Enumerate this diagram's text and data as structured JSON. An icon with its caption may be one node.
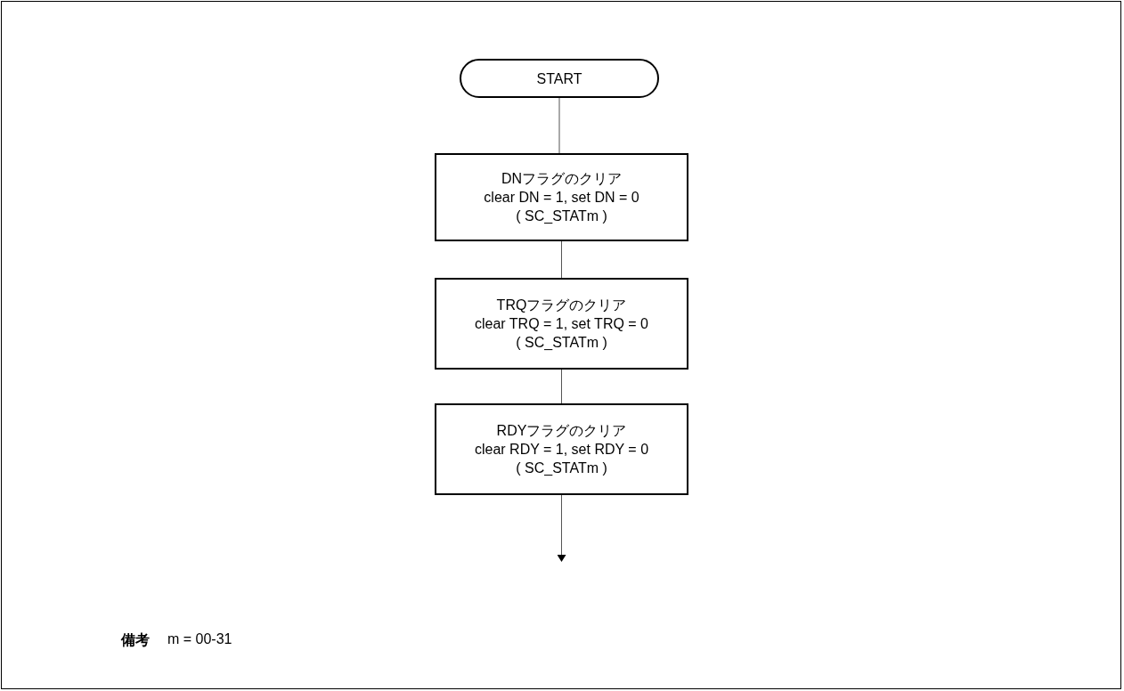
{
  "diagram": {
    "nodes": [
      {
        "text": [
          "START"
        ]
      },
      {
        "text": [
          "DNフラグのクリア",
          "clear DN = 1, set DN = 0",
          "( SC_STATm )"
        ]
      },
      {
        "text": [
          "TRQフラグのクリア",
          "clear TRQ = 1, set TRQ = 0",
          "( SC_STATm )"
        ]
      },
      {
        "text": [
          "RDYフラグのクリア",
          "clear RDY = 1, set RDY = 0",
          "( SC_STATm )"
        ]
      }
    ],
    "edges": [
      {
        "from": 0,
        "to": 1,
        "arrow": "none"
      },
      {
        "from": 1,
        "to": 2,
        "arrow": "none"
      },
      {
        "from": 2,
        "to": 3,
        "arrow": "none"
      },
      {
        "from": 3,
        "to": null,
        "arrow": "to"
      }
    ],
    "labels": [
      "備考",
      "m = 00-31"
    ]
  }
}
